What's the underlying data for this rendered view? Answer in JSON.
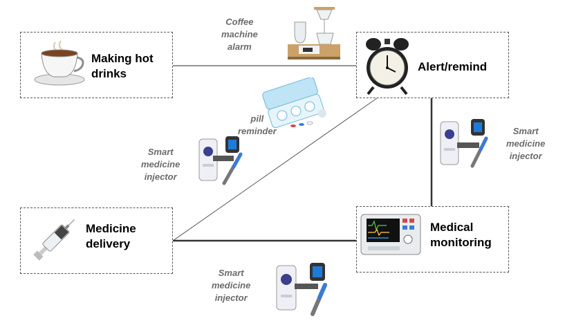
{
  "nodes": {
    "hot_drinks": {
      "label": "Making hot\ndrinks",
      "icon": "coffee-cup-icon"
    },
    "alert": {
      "label": "Alert/remind",
      "icon": "alarm-clock-icon"
    },
    "medicine_delivery": {
      "label": "Medicine\ndelivery",
      "icon": "syringe-icon"
    },
    "monitoring": {
      "label": "Medical\nmonitoring",
      "icon": "patient-monitor-icon"
    }
  },
  "connectors": {
    "coffee_alarm": {
      "label": "Coffee\nmachine\nalarm",
      "icon": "coffee-machine-icon"
    },
    "pill": {
      "label": "pill\nreminder",
      "icon": "pill-box-icon"
    },
    "injector_left": {
      "label": "Smart\nmedicine\ninjector",
      "icon": "smart-injector-icon"
    },
    "injector_right": {
      "label": "Smart\nmedicine\ninjector",
      "icon": "smart-injector-icon"
    },
    "injector_bottom": {
      "label": "Smart\nmedicine\ninjector",
      "icon": "smart-injector-icon"
    }
  },
  "colors": {
    "line": "#444444",
    "box_border": "#555555",
    "caption": "#6b6b6b"
  }
}
